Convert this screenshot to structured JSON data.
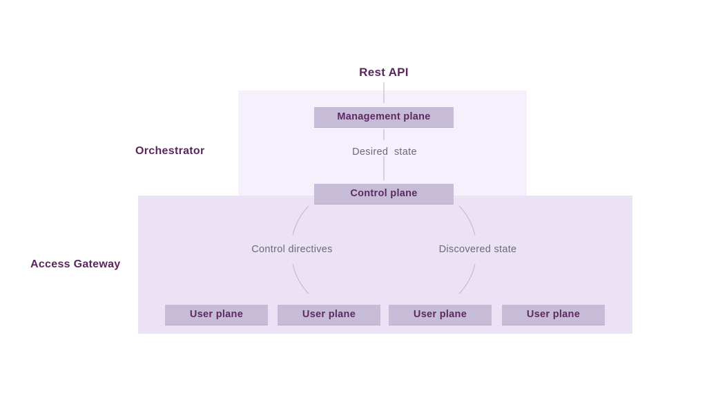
{
  "diagram": {
    "title": "Rest API",
    "sections": [
      {
        "label": "Orchestrator"
      },
      {
        "label": "Access Gateway"
      }
    ],
    "nodes": {
      "management_plane": "Management plane",
      "control_plane": "Control plane",
      "user_planes": [
        "User plane",
        "User plane",
        "User plane",
        "User plane"
      ]
    },
    "edges": {
      "desired_state": "Desired  state",
      "control_directives": "Control directives",
      "discovered_state": "Discovered state"
    },
    "colors": {
      "orchestrator_region_bg": "#f5f0fb",
      "access_gateway_region_bg": "#ebe2f6",
      "node_fill": "#c6bcd7",
      "heading_text": "#59265c",
      "node_text": "#5c2a60",
      "muted_text": "#6d6a75",
      "connector_line": "#c3bccd"
    }
  }
}
